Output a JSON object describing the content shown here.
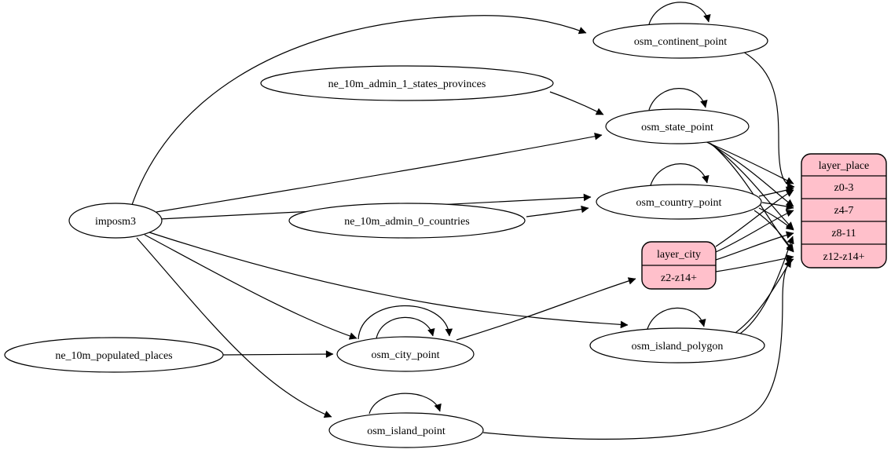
{
  "diagram": {
    "kind": "etl-graph",
    "colors": {
      "background": "#ffffff",
      "node_fill": "#ffffff",
      "record_fill": "#ffc0cb",
      "stroke": "#000000"
    },
    "nodes": {
      "imposm3": {
        "label": "imposm3",
        "shape": "ellipse"
      },
      "ne_10m_admin_1_states_provinces": {
        "label": "ne_10m_admin_1_states_provinces",
        "shape": "ellipse"
      },
      "ne_10m_admin_0_countries": {
        "label": "ne_10m_admin_0_countries",
        "shape": "ellipse"
      },
      "ne_10m_populated_places": {
        "label": "ne_10m_populated_places",
        "shape": "ellipse"
      },
      "osm_continent_point": {
        "label": "osm_continent_point",
        "shape": "ellipse"
      },
      "osm_state_point": {
        "label": "osm_state_point",
        "shape": "ellipse"
      },
      "osm_country_point": {
        "label": "osm_country_point",
        "shape": "ellipse"
      },
      "osm_city_point": {
        "label": "osm_city_point",
        "shape": "ellipse"
      },
      "osm_island_polygon": {
        "label": "osm_island_polygon",
        "shape": "ellipse"
      },
      "osm_island_point": {
        "label": "osm_island_point",
        "shape": "ellipse"
      }
    },
    "records": {
      "layer_city": {
        "title": "layer_city",
        "rows": [
          "z2-z14+"
        ]
      },
      "layer_place": {
        "title": "layer_place",
        "rows": [
          "z0-3",
          "z4-7",
          "z8-11",
          "z12-z14+"
        ]
      }
    },
    "edges": [
      {
        "from": "imposm3",
        "to": "osm_continent_point"
      },
      {
        "from": "imposm3",
        "to": "osm_state_point"
      },
      {
        "from": "imposm3",
        "to": "osm_country_point"
      },
      {
        "from": "imposm3",
        "to": "osm_city_point"
      },
      {
        "from": "imposm3",
        "to": "osm_island_polygon"
      },
      {
        "from": "imposm3",
        "to": "osm_island_point"
      },
      {
        "from": "ne_10m_admin_1_states_provinces",
        "to": "osm_state_point"
      },
      {
        "from": "ne_10m_admin_0_countries",
        "to": "osm_country_point"
      },
      {
        "from": "ne_10m_populated_places",
        "to": "osm_city_point"
      },
      {
        "from": "osm_continent_point",
        "to": "osm_continent_point",
        "type": "self-loop"
      },
      {
        "from": "osm_state_point",
        "to": "osm_state_point",
        "type": "self-loop"
      },
      {
        "from": "osm_country_point",
        "to": "osm_country_point",
        "type": "self-loop"
      },
      {
        "from": "osm_city_point",
        "to": "osm_city_point",
        "type": "self-loop"
      },
      {
        "from": "osm_city_point",
        "to": "osm_city_point",
        "type": "self-loop"
      },
      {
        "from": "osm_island_polygon",
        "to": "osm_island_polygon",
        "type": "self-loop"
      },
      {
        "from": "osm_island_point",
        "to": "osm_island_point",
        "type": "self-loop"
      },
      {
        "from": "osm_continent_point",
        "to": "layer_place",
        "row": "z0-3"
      },
      {
        "from": "osm_state_point",
        "to": "layer_place",
        "row": "z0-3"
      },
      {
        "from": "osm_state_point",
        "to": "layer_place",
        "row": "z4-7"
      },
      {
        "from": "osm_state_point",
        "to": "layer_place",
        "row": "z8-11"
      },
      {
        "from": "osm_state_point",
        "to": "layer_place",
        "row": "z12-z14+"
      },
      {
        "from": "osm_country_point",
        "to": "layer_place",
        "row": "z0-3"
      },
      {
        "from": "osm_country_point",
        "to": "layer_place",
        "row": "z4-7"
      },
      {
        "from": "osm_country_point",
        "to": "layer_place",
        "row": "z8-11"
      },
      {
        "from": "osm_country_point",
        "to": "layer_place",
        "row": "z12-z14+"
      },
      {
        "from": "osm_city_point",
        "to": "layer_city",
        "row": "z2-z14+"
      },
      {
        "from": "layer_city",
        "to": "layer_place",
        "row": "z0-3"
      },
      {
        "from": "layer_city",
        "to": "layer_place",
        "row": "z4-7"
      },
      {
        "from": "layer_city",
        "to": "layer_place",
        "row": "z8-11"
      },
      {
        "from": "layer_city",
        "to": "layer_place",
        "row": "z12-z14+"
      },
      {
        "from": "osm_island_polygon",
        "to": "layer_place",
        "row": "z8-11"
      },
      {
        "from": "osm_island_polygon",
        "to": "layer_place",
        "row": "z12-z14+"
      },
      {
        "from": "osm_island_point",
        "to": "layer_place",
        "row": "z12-z14+"
      }
    ]
  }
}
